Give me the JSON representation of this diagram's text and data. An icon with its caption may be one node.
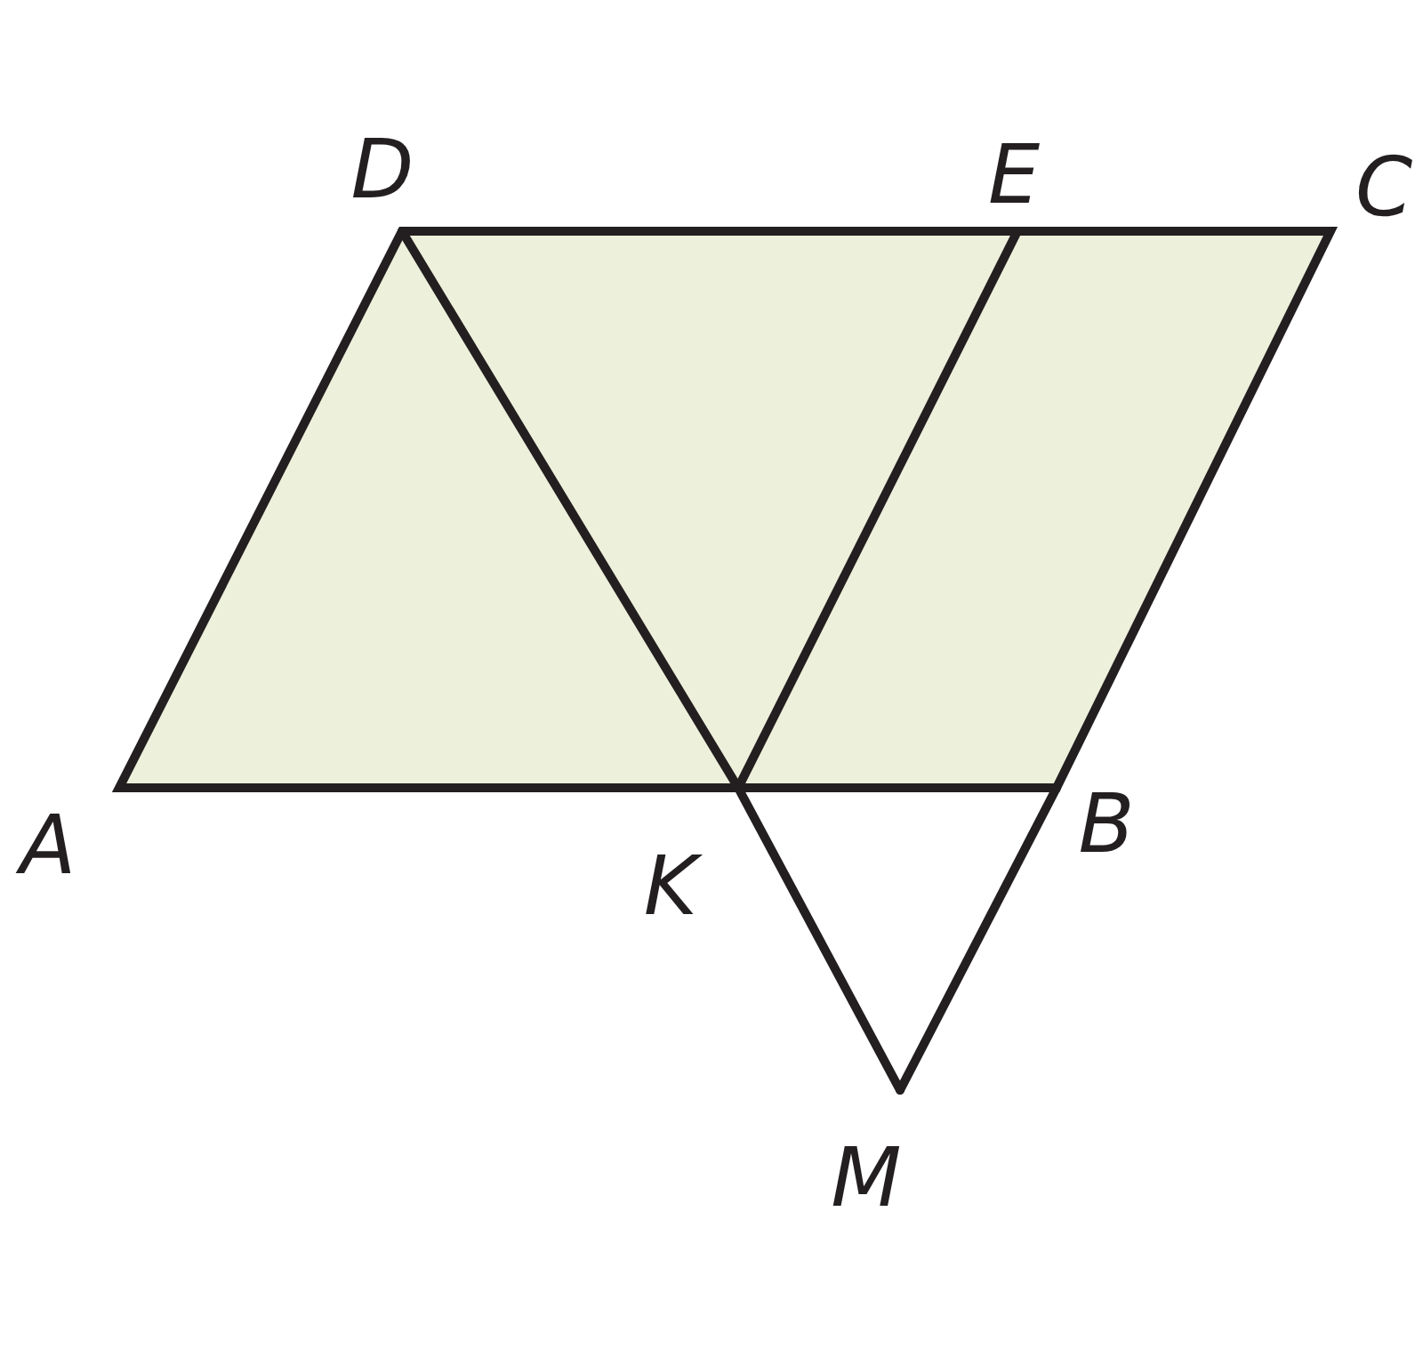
{
  "diagram": {
    "labels": [
      "D",
      "E",
      "C",
      "A",
      "K",
      "B",
      "M"
    ]
  }
}
